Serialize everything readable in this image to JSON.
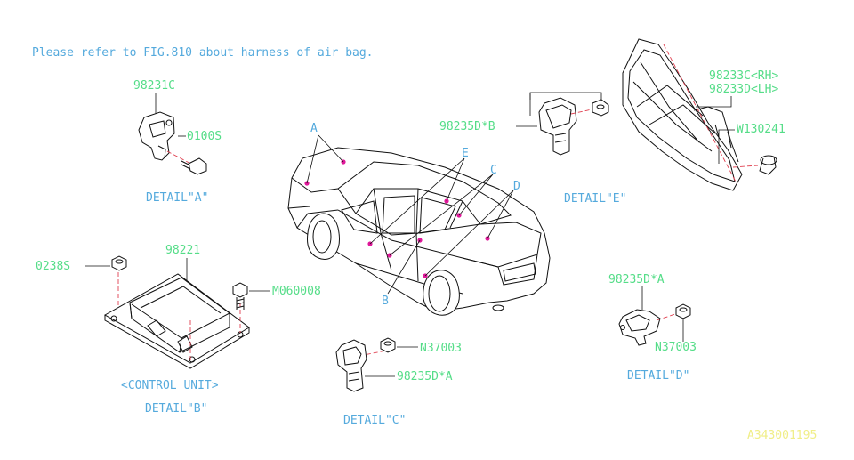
{
  "note": "Please refer to FIG.810 about harness of air bag.",
  "figure_code": "A343001195",
  "colors": {
    "blue": "#55aadd",
    "green": "#55dd88",
    "yellow": "#f0ee88",
    "marker": "#e0189a",
    "dash": "#e04050"
  },
  "car_markers": {
    "a": "A",
    "b": "B",
    "c": "C",
    "d": "D",
    "e": "E"
  },
  "details": {
    "a": {
      "caption": "DETAIL\"A\"",
      "part_sensor": "98231C",
      "part_bolt": "0100S"
    },
    "b": {
      "caption": "DETAIL\"B\"",
      "subcaption": "<CONTROL UNIT>",
      "part_unit": "98221",
      "part_nut": "0238S",
      "part_bolt": "M060008"
    },
    "c": {
      "caption": "DETAIL\"C\"",
      "part_nut": "N37003",
      "part_sensor": "98235D*A"
    },
    "d": {
      "caption": "DETAIL\"D\"",
      "part_sensor": "98235D*A",
      "part_nut": "N37003"
    },
    "e": {
      "caption": "DETAIL\"E\"",
      "part_sensor": "98235D*B",
      "part_curtain_rh": "98233C<RH>",
      "part_curtain_lh": "98233D<LH>",
      "part_clip": "W130241"
    }
  }
}
